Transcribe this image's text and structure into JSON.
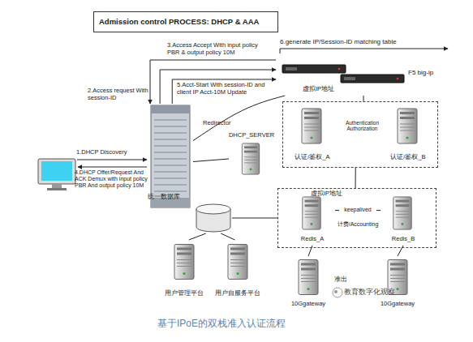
{
  "diagram": {
    "title": "Admission control PROCESS: DHCP & AAA",
    "caption": "基于IPoE的双栈准入认证流程",
    "nodes": [
      {
        "text": [
          "F5 big-ip",
          "虚拟IP地址"
        ]
      },
      {
        "text": [
          "Authentication Authorization"
        ]
      },
      {
        "text": [
          "认证/鉴权_A"
        ],
        "in": 1
      },
      {
        "text": [
          "认证/鉴权_B"
        ],
        "in": 1
      },
      {
        "text": [
          "Redirector"
        ]
      },
      {
        "text": [
          "DHCP_SERVER"
        ]
      },
      {
        "text": [
          "统一数据库"
        ]
      },
      {
        "text": [
          "虚拟IP地址",
          "计费/Accounting"
        ]
      },
      {
        "text": [
          "Redis_A"
        ],
        "in": 7
      },
      {
        "text": [
          "Redis_B"
        ],
        "in": 7
      },
      {
        "text": [
          "用户管理平台"
        ]
      },
      {
        "text": [
          "用户自服务平台"
        ]
      },
      {
        "text": [
          "10Ggateway"
        ]
      },
      {
        "text": [
          "10Ggateway"
        ]
      }
    ],
    "edges": [
      {
        "from": 4,
        "to": 0,
        "label": "2.Access request With session-ID",
        "arrow": "to"
      },
      {
        "from": 0,
        "to": 4,
        "label": "3.Access Accept With input policy PBR & output policy 10M",
        "arrow": "to"
      },
      {
        "from": 4,
        "to": 0,
        "label": "5.Acct-Start With session-ID and client IP Acct-10M Update",
        "arrow": "to"
      },
      {
        "from": 4,
        "to": 0,
        "arrow": "none"
      },
      {
        "from": 4,
        "to": 5,
        "arrow": "none"
      },
      {
        "from": 0,
        "to": 1,
        "arrow": "none"
      },
      {
        "from": 1,
        "to": 7,
        "arrow": "none"
      },
      {
        "from": 6,
        "to": 10,
        "arrow": "none"
      },
      {
        "from": 6,
        "to": 11,
        "arrow": "none"
      },
      {
        "from": 6,
        "to": 7,
        "arrow": "none"
      },
      {
        "from": 8,
        "to": 9,
        "label": "keepalived",
        "arrow": "none"
      },
      {
        "from": 8,
        "to": 12,
        "arrow": "none"
      },
      {
        "from": 9,
        "to": 13,
        "arrow": "none"
      }
    ],
    "labels": [
      "6.generate IP/Session-ID matching table",
      "1.DHCP Discovery",
      "4.DHCP Offer/Request And ACK Demux with input policy PBR And output policy 10M",
      "准出",
      "教育数字化观察"
    ]
  }
}
